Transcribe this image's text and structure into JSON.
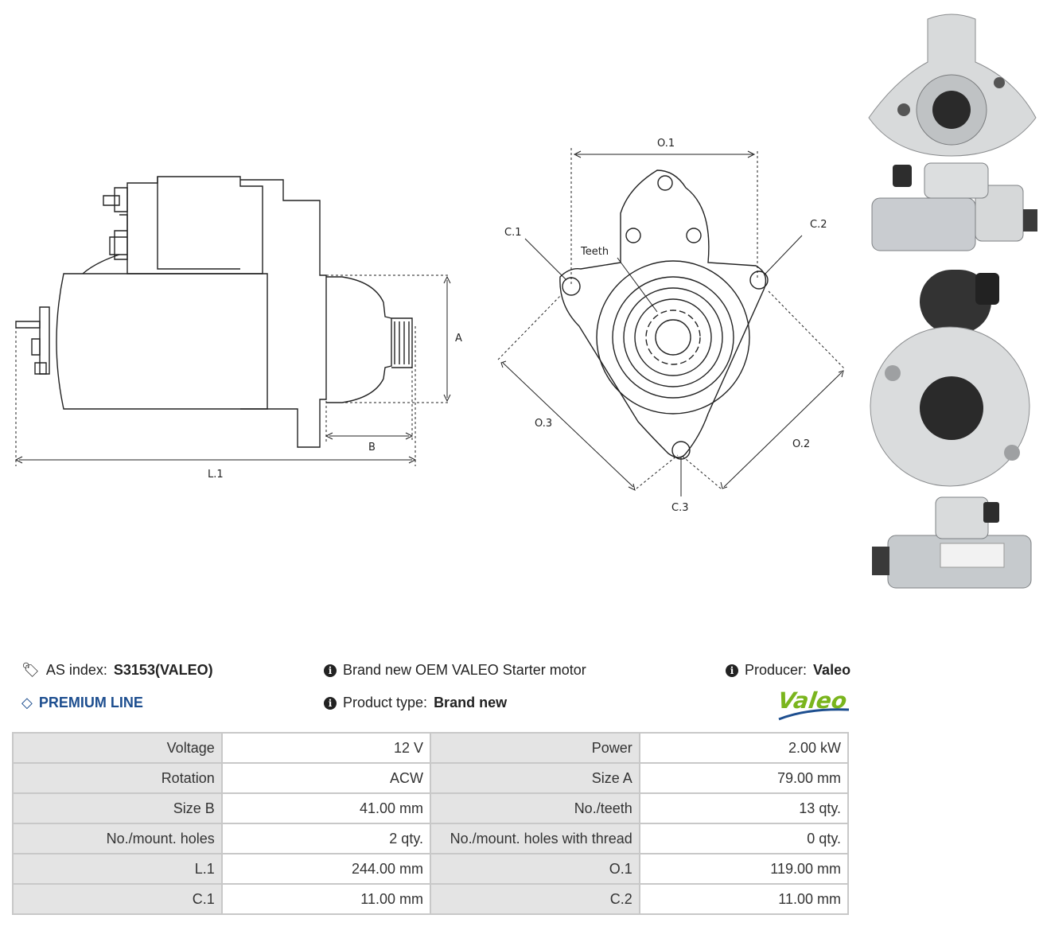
{
  "drawing": {
    "side_labels": {
      "a": "A",
      "b": "B",
      "l1": "L.1"
    },
    "front_labels": {
      "o1": "O.1",
      "o2": "O.2",
      "o3": "O.3",
      "c1": "C.1",
      "c2": "C.2",
      "c3": "C.3",
      "teeth": "Teeth"
    }
  },
  "info": {
    "as_index_label": "AS index:",
    "as_index_value": "S3153(VALEO)",
    "premium": "PREMIUM LINE",
    "description": "Brand new OEM VALEO Starter motor",
    "product_type_label": "Product type:",
    "product_type_value": "Brand new",
    "producer_label": "Producer:",
    "producer_value": "Valeo",
    "logo_text": "Valeo"
  },
  "specs": [
    [
      "Voltage",
      "12 V",
      "Power",
      "2.00 kW"
    ],
    [
      "Rotation",
      "ACW",
      "Size A",
      "79.00 mm"
    ],
    [
      "Size B",
      "41.00 mm",
      "No./teeth",
      "13 qty."
    ],
    [
      "No./mount. holes",
      "2 qty.",
      "No./mount. holes with thread",
      "0 qty."
    ],
    [
      "L.1",
      "244.00 mm",
      "O.1",
      "119.00 mm"
    ],
    [
      "C.1",
      "11.00 mm",
      "C.2",
      "11.00 mm"
    ]
  ],
  "colors": {
    "premium": "#1d4e8f",
    "logo_green": "#7ab51d",
    "table_key_bg": "#e4e4e4",
    "table_border": "#c8c8c8"
  }
}
